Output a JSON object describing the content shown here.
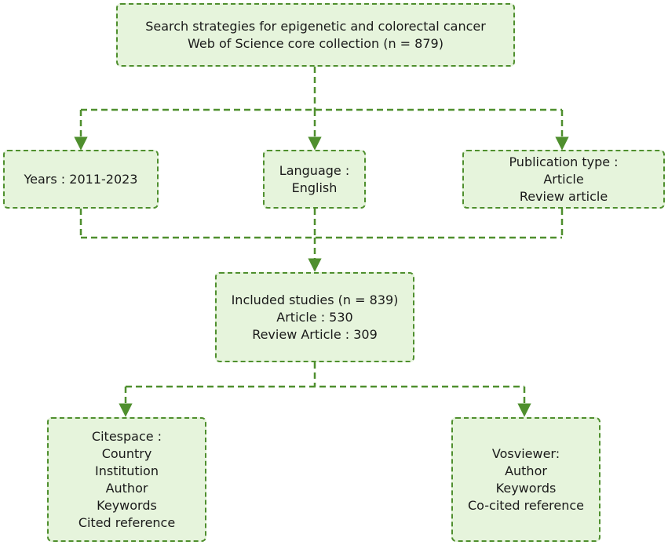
{
  "colors": {
    "fill": "#e6f4dc",
    "stroke": "#4f8f2e"
  },
  "nodes": {
    "search": {
      "lines": [
        "Search strategies for epigenetic and colorectal cancer",
        "Web of Science core collection (n = 879)"
      ]
    },
    "years": {
      "lines": [
        "Years : 2011-2023"
      ]
    },
    "language": {
      "lines": [
        "Language :",
        "English"
      ]
    },
    "pubtype": {
      "lines": [
        "Publication type :",
        "Article",
        "Review article"
      ]
    },
    "included": {
      "lines": [
        "Included studies (n = 839)",
        "Article : 530",
        "Review Article : 309"
      ]
    },
    "citespace": {
      "lines": [
        "Citespace :",
        "Country",
        "Institution",
        "Author",
        "Keywords",
        "Cited reference"
      ]
    },
    "vosviewer": {
      "lines": [
        "Vosviewer:",
        "Author",
        "Keywords",
        "Co-cited reference"
      ]
    }
  }
}
